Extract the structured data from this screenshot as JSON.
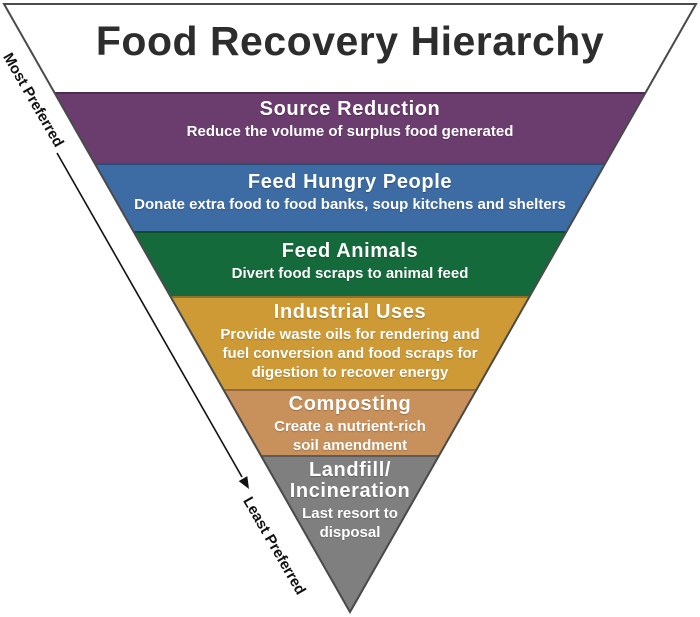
{
  "title": "Food Recovery Hierarchy",
  "arrow": {
    "most_label": "Most Preferred",
    "least_label": "Least Preferred"
  },
  "levels": [
    {
      "name": "Source Reduction",
      "description": "Reduce the volume of surplus food generated",
      "color": "#6b3d6e"
    },
    {
      "name": "Feed Hungry People",
      "description": "Donate extra food to food banks, soup kitchens and shelters",
      "color": "#3d6ba3"
    },
    {
      "name": "Feed Animals",
      "description": "Divert food scraps to animal feed",
      "color": "#156a3b"
    },
    {
      "name": "Industrial Uses",
      "description": "Provide waste oils for rendering and\nfuel conversion and food scraps for\ndigestion to recover energy",
      "color": "#cd9a36"
    },
    {
      "name": "Composting",
      "description": "Create a nutrient-rich\nsoil amendment",
      "color": "#c8915b"
    },
    {
      "name": "Landfill/\nIncineration",
      "description": "Last resort to\ndisposal",
      "color": "#7f7f7f"
    }
  ],
  "outline_color": "#4a4a4a"
}
